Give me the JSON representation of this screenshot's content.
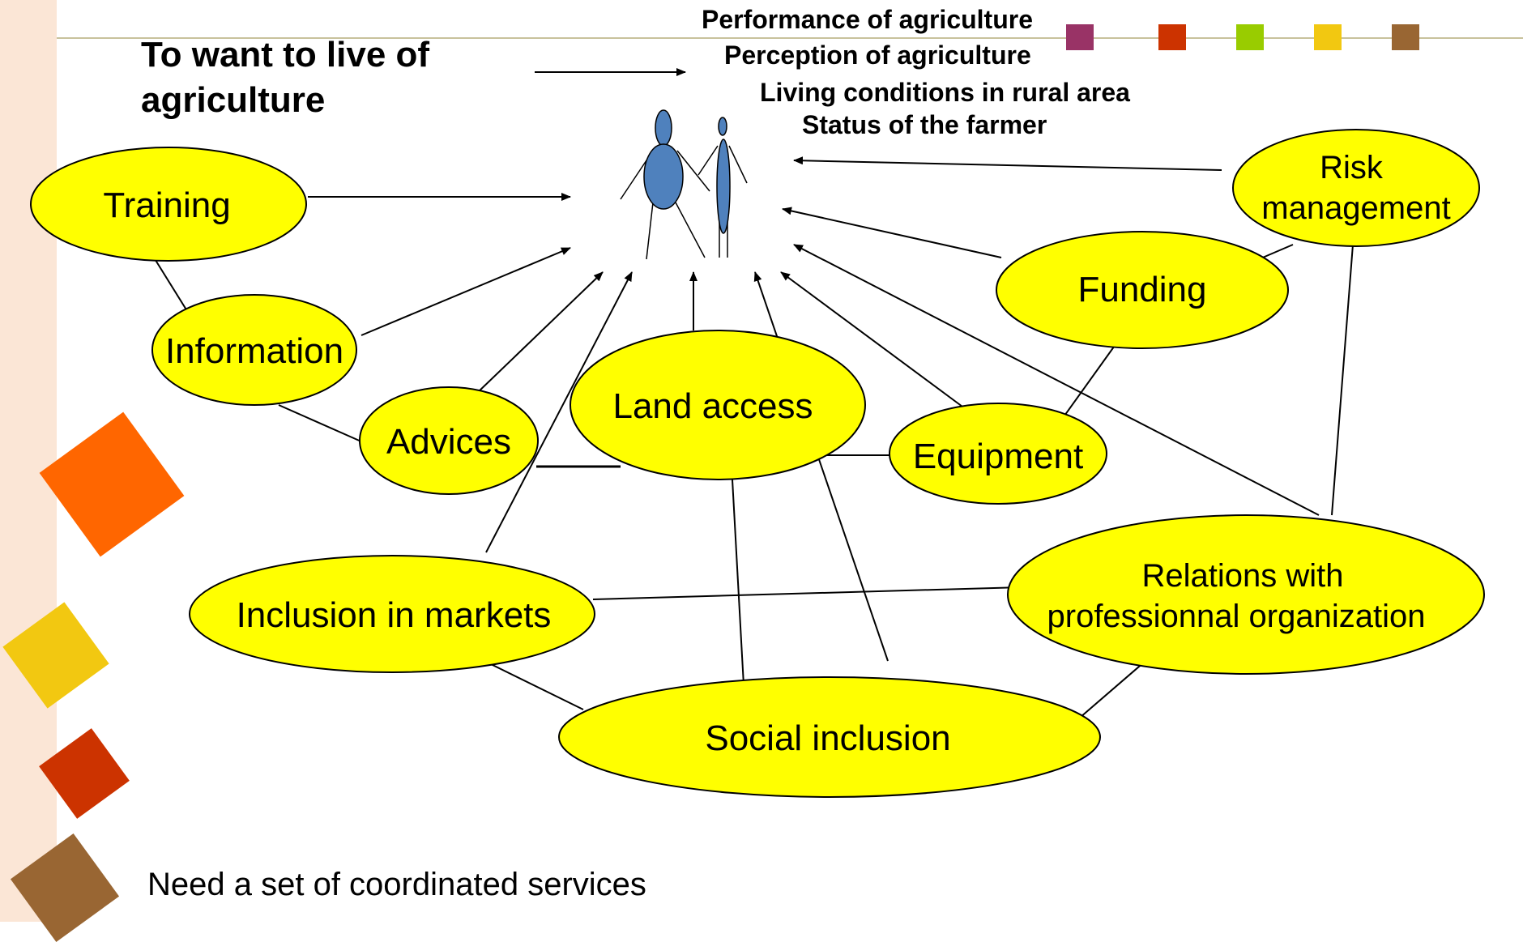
{
  "title": "To want to live of agriculture",
  "header_lines": [
    "Performance of agriculture",
    "Perception of agriculture",
    "Living conditions in rural area",
    "Status of the farmer"
  ],
  "nodes": {
    "training": "Training",
    "information": "Information",
    "advices": "Advices",
    "land_access": "Land access",
    "equipment": "Equipment",
    "funding": "Funding",
    "risk_management": [
      "Risk",
      "management"
    ],
    "inclusion_markets": "Inclusion in markets",
    "relations": [
      "Relations with",
      "professionnal organization"
    ],
    "social_inclusion": "Social inclusion"
  },
  "footer": "Need a set of coordinated services",
  "colors": {
    "node_fill": "#ffff00",
    "figure_fill": "#4f81bd",
    "accent_magenta": "#993366",
    "accent_red": "#cc3300",
    "accent_green": "#99cc00",
    "accent_yellow": "#f2c811",
    "accent_brown": "#996633",
    "accent_orange": "#ff6600",
    "band": "#fbe6d6"
  }
}
